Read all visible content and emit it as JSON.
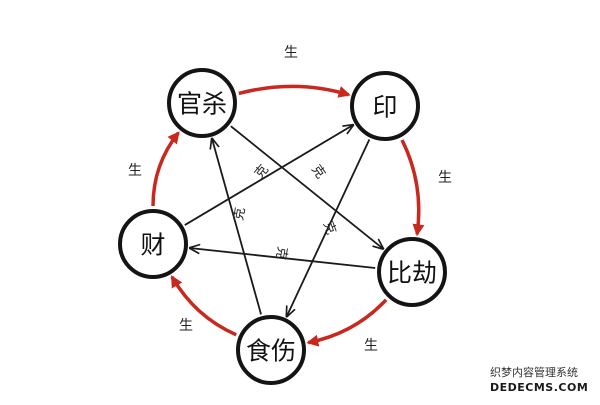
{
  "nodes": [
    {
      "id": "guansha",
      "label": "官杀"
    },
    {
      "id": "yin",
      "label": "印"
    },
    {
      "id": "bijie",
      "label": "比劫"
    },
    {
      "id": "shishang",
      "label": "食伤"
    },
    {
      "id": "cai",
      "label": "财"
    }
  ],
  "sheng_cycle": [
    {
      "from": "guansha",
      "to": "yin",
      "label": "生"
    },
    {
      "from": "yin",
      "to": "bijie",
      "label": "生"
    },
    {
      "from": "bijie",
      "to": "shishang",
      "label": "生"
    },
    {
      "from": "shishang",
      "to": "cai",
      "label": "生"
    },
    {
      "from": "cai",
      "to": "guansha",
      "label": "生"
    }
  ],
  "ke_cycle": [
    {
      "from": "guansha",
      "to": "bijie",
      "label": "克"
    },
    {
      "from": "bijie",
      "to": "cai",
      "label": "克"
    },
    {
      "from": "cai",
      "to": "yin",
      "label": "克"
    },
    {
      "from": "yin",
      "to": "shishang",
      "label": "克"
    },
    {
      "from": "shishang",
      "to": "guansha",
      "label": "克"
    }
  ],
  "watermark": {
    "top": "织梦内容管理系统",
    "bottom": "DEDECMS.COM"
  },
  "colors": {
    "sheng": "#c8281e",
    "ke": "#1a1a1a",
    "node_stroke": "#141414"
  }
}
